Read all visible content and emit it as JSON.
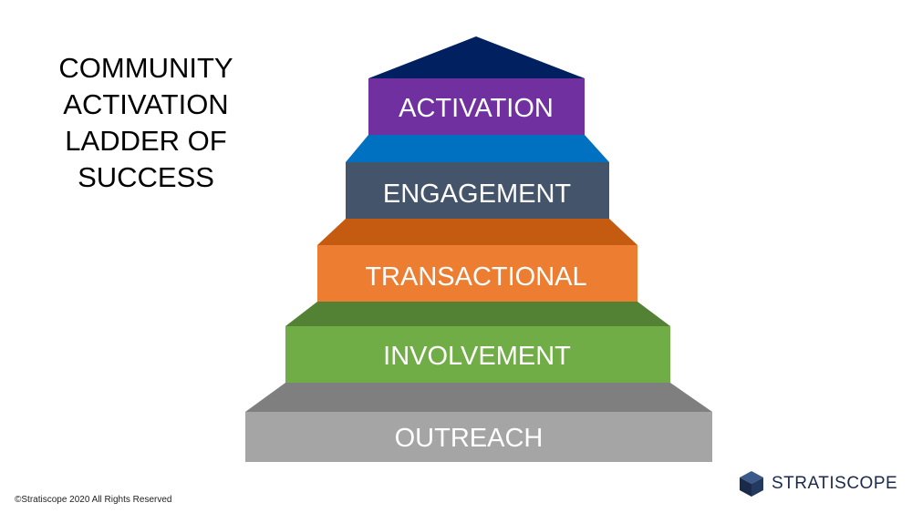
{
  "title_lines": [
    "COMMUNITY",
    "ACTIVATION",
    "LADDER OF",
    "SUCCESS"
  ],
  "steps": [
    {
      "label": "ACTIVATION",
      "front": "#7030a0",
      "top": "#0070c0"
    },
    {
      "label": "ENGAGEMENT",
      "front": "#44546a",
      "top": "#0070c0"
    },
    {
      "label": "TRANSACTIONAL",
      "front": "#ed7d31",
      "top": "#c55a11"
    },
    {
      "label": "INVOLVEMENT",
      "front": "#70ad47",
      "top": "#548235"
    },
    {
      "label": "OUTREACH",
      "front": "#a5a5a5",
      "top": "#7f7f7f"
    }
  ],
  "roof_color": "#002060",
  "footer": {
    "copyright": "©Stratiscope 2020 All Rights Reserved"
  },
  "brand": {
    "name": "STRATISCOPE",
    "icon": "cube-icon",
    "color": "#1b2a4a"
  }
}
